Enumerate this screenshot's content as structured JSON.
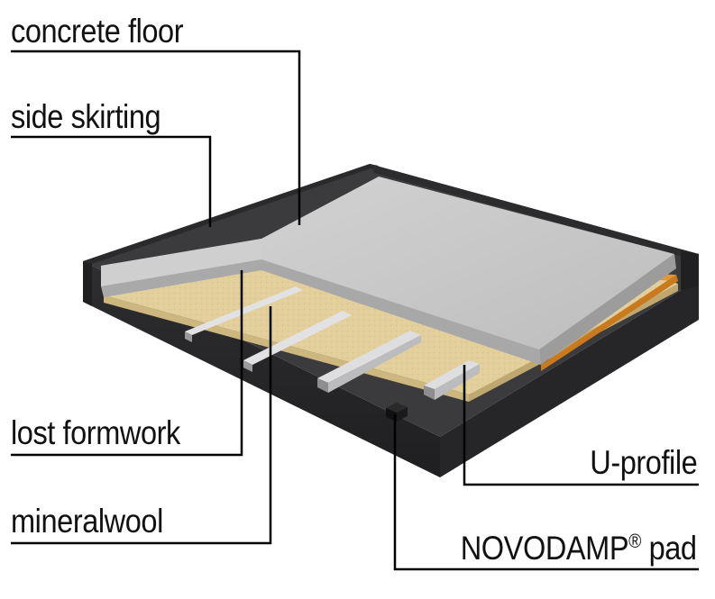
{
  "labels": {
    "concrete_floor": "concrete floor",
    "side_skirting": "side skirting",
    "lost_formwork": "lost formwork",
    "mineralwool": "mineralwool",
    "u_profile": "U-profile",
    "novodamp_pad": "NOVODAMP",
    "novodamp_reg": "®",
    "novodamp_suffix": " pad"
  },
  "colors": {
    "base_top": "#3a3a3c",
    "base_side": "#28282a",
    "concrete": "#c9c9c9",
    "concrete_side": "#aeaeae",
    "mineralwool": "#e3cf9b",
    "formwork": "#d98c2a",
    "profile": "#d8d8da",
    "leader": "#000000"
  }
}
